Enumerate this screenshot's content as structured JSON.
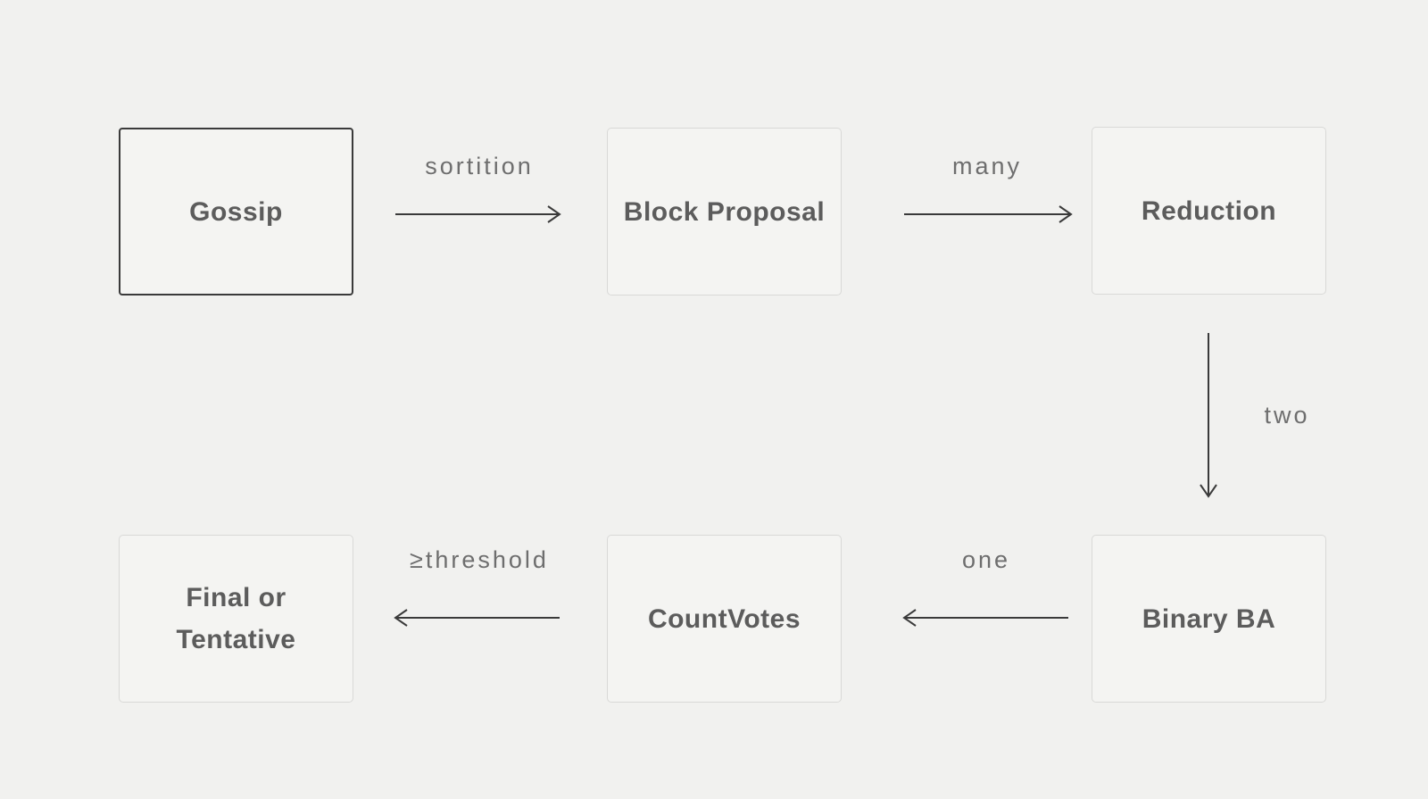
{
  "diagram": {
    "type": "flowchart",
    "background_color": "#f1f1ef",
    "node_fill_color": "#f4f4f2",
    "node_border_color": "#d9d9d7",
    "emphasized_border_color": "#3a3a3a",
    "node_text_color": "#5c5c5c",
    "edge_text_color": "#6e6e6e",
    "arrow_color": "#3a3a3a",
    "nodes": [
      {
        "id": "gossip",
        "label": "Gossip",
        "emphasized": true
      },
      {
        "id": "block-proposal",
        "label": "Block Proposal",
        "emphasized": false
      },
      {
        "id": "reduction",
        "label": "Reduction",
        "emphasized": false
      },
      {
        "id": "binary-ba",
        "label": "Binary BA",
        "emphasized": false
      },
      {
        "id": "countvotes",
        "label": "CountVotes",
        "emphasized": false
      },
      {
        "id": "final-or-tentative",
        "label": "Final or Tentative",
        "emphasized": false
      }
    ],
    "edges": [
      {
        "from": "gossip",
        "to": "block-proposal",
        "label": "sortition",
        "direction": "right"
      },
      {
        "from": "block-proposal",
        "to": "reduction",
        "label": "many",
        "direction": "right"
      },
      {
        "from": "reduction",
        "to": "binary-ba",
        "label": "two",
        "direction": "down"
      },
      {
        "from": "binary-ba",
        "to": "countvotes",
        "label": "one",
        "direction": "left"
      },
      {
        "from": "countvotes",
        "to": "final-or-tentative",
        "label": "≥threshold",
        "direction": "left"
      }
    ]
  }
}
